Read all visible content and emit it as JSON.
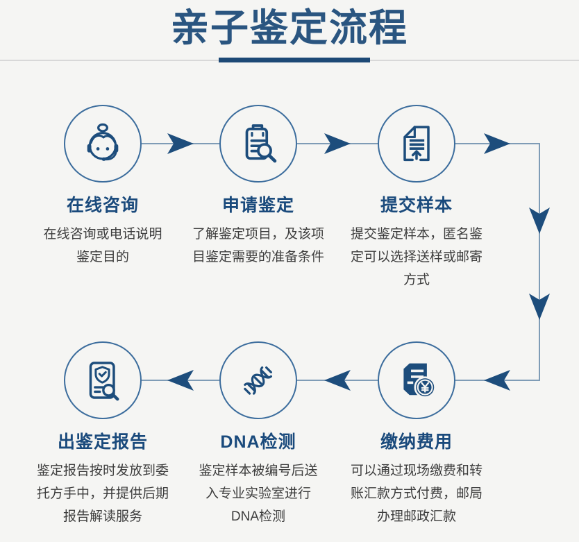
{
  "header": {
    "title": "亲子鉴定流程"
  },
  "steps": [
    {
      "title": "在线咨询",
      "description": "在线咨询或电话说明\n鉴定目的",
      "icon": "customer-service-icon"
    },
    {
      "title": "申请鉴定",
      "description": "了解鉴定项目，及该项\n目鉴定需要的准备条件",
      "icon": "clipboard-magnifier-icon"
    },
    {
      "title": "提交样本",
      "description": "提交鉴定样本，匿名鉴\n定可以选择送样或邮寄\n方式",
      "icon": "document-upload-icon"
    },
    {
      "title": "缴纳费用",
      "description": "可以通过现场缴费和转\n账汇款方式付费，邮局\n办理邮政汇款",
      "icon": "payment-yen-icon"
    },
    {
      "title": "DNA检测",
      "description": "鉴定样本被编号后送\n入专业实验室进行\nDNA检测",
      "icon": "dna-helix-icon"
    },
    {
      "title": "出鉴定报告",
      "description": "鉴定报告按时发放到委\n托方手中，并提供后期\n报告解读服务",
      "icon": "report-check-icon"
    }
  ],
  "colors": {
    "background": "#f5f5f3",
    "title_blue": "#2a5580",
    "accent_dark": "#1d4d7c",
    "accent_bar": "#1d4976",
    "circle_stroke": "#3c6d9d",
    "connector_line": "#7f9cb6",
    "divider_gray": "#d8d8d8",
    "body_text": "#3d3d3d"
  }
}
